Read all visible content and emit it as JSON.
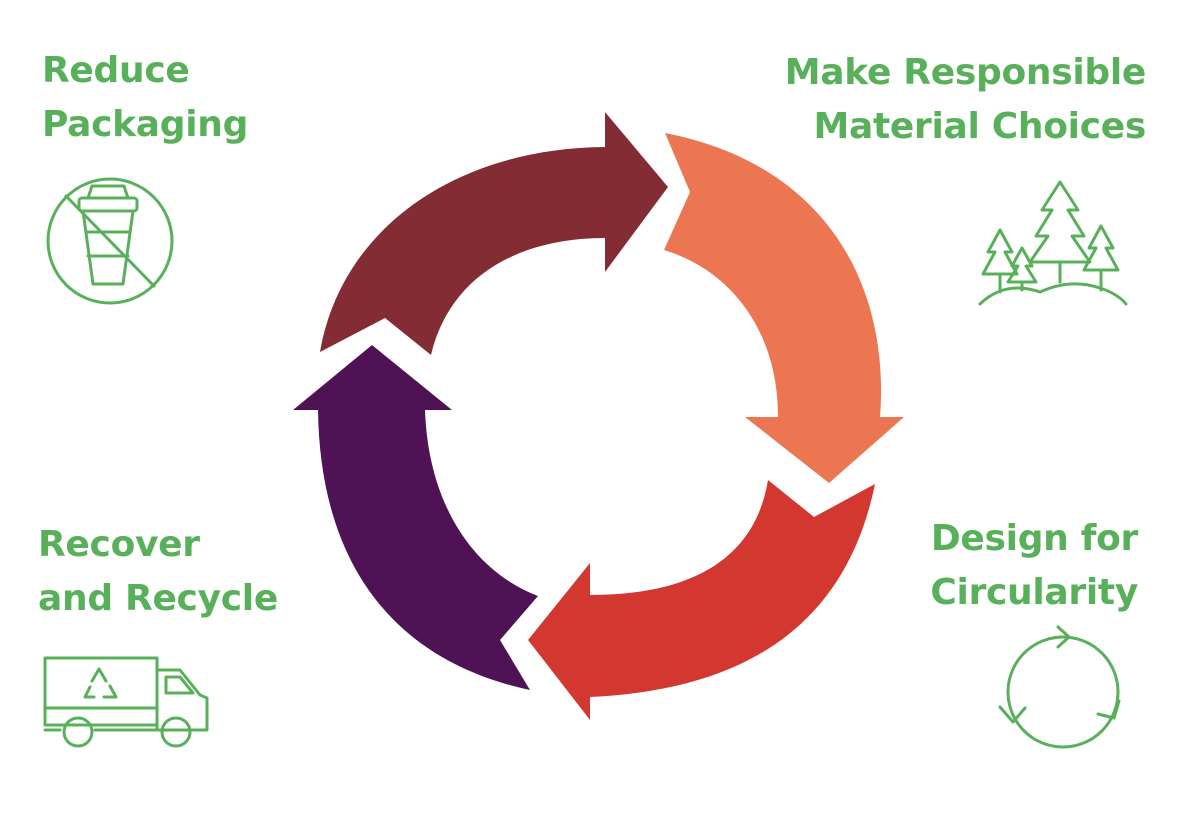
{
  "steps": [
    {
      "id": "reduce",
      "lines": [
        "Reduce",
        "Packaging"
      ],
      "icon": "no-disposable-cup-icon"
    },
    {
      "id": "materials",
      "lines": [
        "Make Responsible",
        "Material Choices"
      ],
      "icon": "forest-trees-icon"
    },
    {
      "id": "circularity",
      "lines": [
        "Design for",
        "Circularity"
      ],
      "icon": "circular-arrows-icon"
    },
    {
      "id": "recycle",
      "lines": [
        "Recover",
        "and Recycle"
      ],
      "icon": "recycling-truck-icon"
    }
  ],
  "colors": {
    "label_text": "#58b05a",
    "icon_stroke": "#58b05a",
    "arrow_reduce": "#842c34",
    "arrow_materials": "#ed7652",
    "arrow_circularity": "#d33830",
    "arrow_recycle": "#4e1255"
  }
}
